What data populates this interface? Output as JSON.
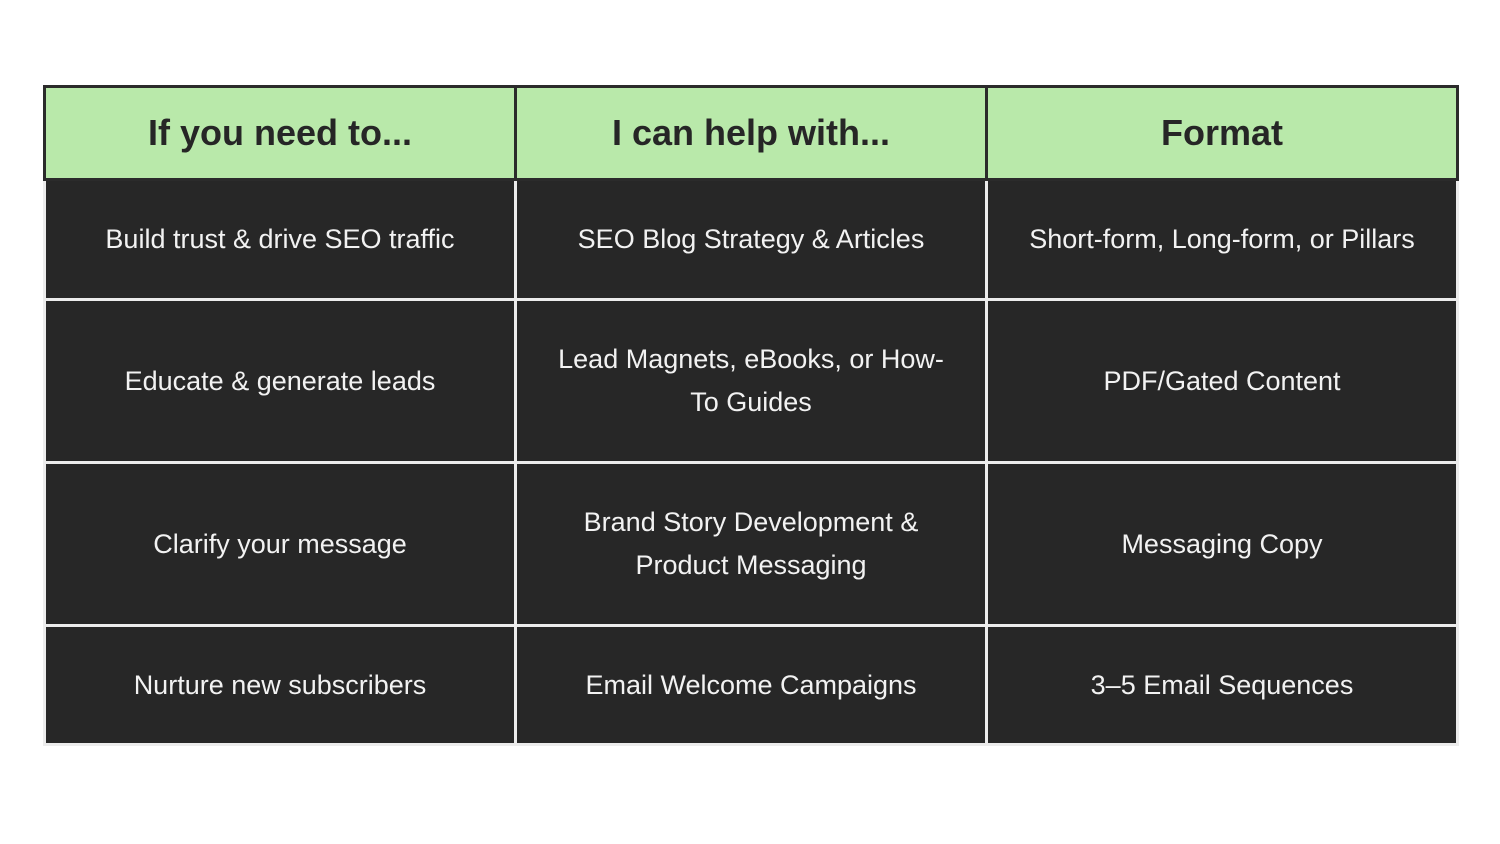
{
  "table": {
    "headers": [
      "If you need to...",
      "I can help with...",
      "Format"
    ],
    "rows": [
      [
        "Build trust & drive SEO traffic",
        "SEO Blog Strategy & Articles",
        "Short-form, Long-form, or Pillars"
      ],
      [
        "Educate & generate leads",
        "Lead Magnets, eBooks, or How-To Guides",
        "PDF/Gated Content"
      ],
      [
        "Clarify your message",
        "Brand Story Development & Product Messaging",
        "Messaging Copy"
      ],
      [
        "Nurture new subscribers",
        "Email Welcome Campaigns",
        "3–5 Email Sequences"
      ]
    ]
  },
  "colors": {
    "header_background": "#b9e9aa",
    "header_text": "#262626",
    "cell_background": "#272727",
    "cell_text": "#f2f2f2"
  }
}
